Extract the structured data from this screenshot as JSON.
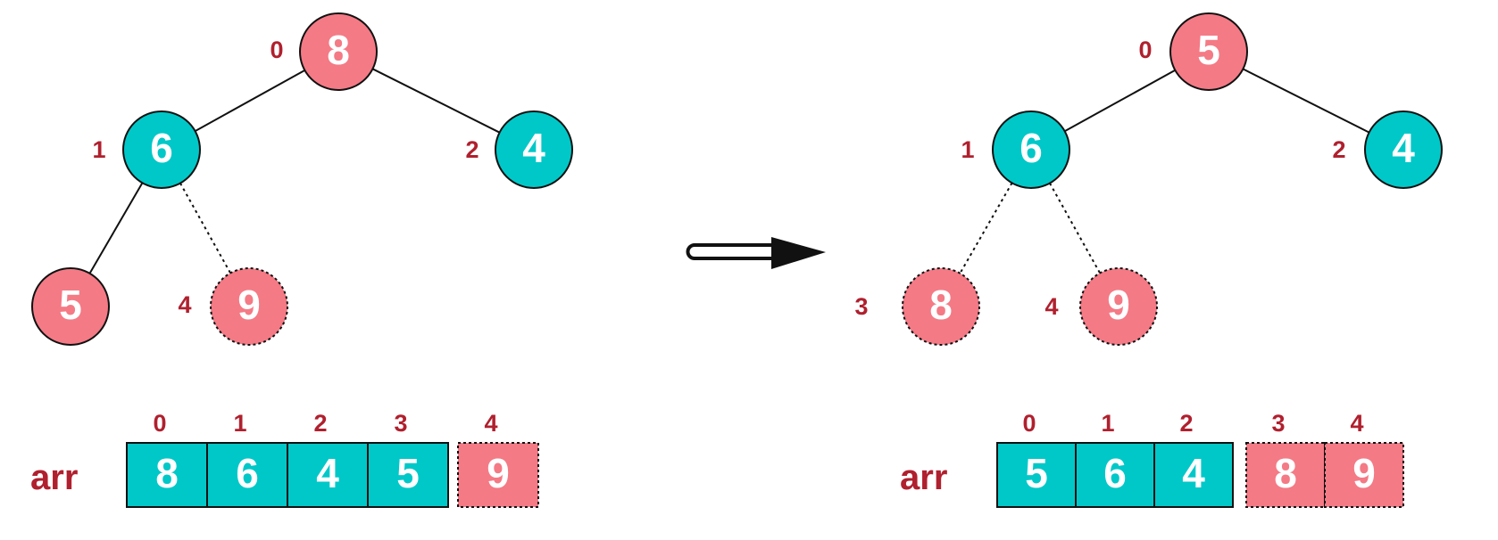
{
  "colors": {
    "teal": "#00c8c8",
    "pink": "#f47a86",
    "index_red": "#b0202e",
    "line": "#111111"
  },
  "arrow_icon": "right-arrow-icon",
  "panels": [
    {
      "nodes": [
        {
          "index": "0",
          "value": "8",
          "color": "pink",
          "dashed": false
        },
        {
          "index": "1",
          "value": "6",
          "color": "teal",
          "dashed": false
        },
        {
          "index": "2",
          "value": "4",
          "color": "teal",
          "dashed": false
        },
        {
          "index": "3",
          "value": "5",
          "color": "pink",
          "dashed": false,
          "index_shown": false
        },
        {
          "index": "4",
          "value": "9",
          "color": "pink",
          "dashed": true
        }
      ],
      "edges": [
        {
          "from": 0,
          "to": 1,
          "dashed": false
        },
        {
          "from": 0,
          "to": 2,
          "dashed": false
        },
        {
          "from": 1,
          "to": 3,
          "dashed": false
        },
        {
          "from": 1,
          "to": 4,
          "dashed": true
        }
      ],
      "array": {
        "label": "arr",
        "cells": [
          {
            "index": "0",
            "value": "8",
            "color": "teal",
            "dashed": false
          },
          {
            "index": "1",
            "value": "6",
            "color": "teal",
            "dashed": false
          },
          {
            "index": "2",
            "value": "4",
            "color": "teal",
            "dashed": false
          },
          {
            "index": "3",
            "value": "5",
            "color": "teal",
            "dashed": false
          },
          {
            "index": "4",
            "value": "9",
            "color": "pink",
            "dashed": true
          }
        ]
      }
    },
    {
      "nodes": [
        {
          "index": "0",
          "value": "5",
          "color": "pink",
          "dashed": false
        },
        {
          "index": "1",
          "value": "6",
          "color": "teal",
          "dashed": false
        },
        {
          "index": "2",
          "value": "4",
          "color": "teal",
          "dashed": false
        },
        {
          "index": "3",
          "value": "8",
          "color": "pink",
          "dashed": true
        },
        {
          "index": "4",
          "value": "9",
          "color": "pink",
          "dashed": true
        }
      ],
      "edges": [
        {
          "from": 0,
          "to": 1,
          "dashed": false
        },
        {
          "from": 0,
          "to": 2,
          "dashed": false
        },
        {
          "from": 1,
          "to": 3,
          "dashed": true
        },
        {
          "from": 1,
          "to": 4,
          "dashed": true
        }
      ],
      "array": {
        "label": "arr",
        "cells": [
          {
            "index": "0",
            "value": "5",
            "color": "teal",
            "dashed": false
          },
          {
            "index": "1",
            "value": "6",
            "color": "teal",
            "dashed": false
          },
          {
            "index": "2",
            "value": "4",
            "color": "teal",
            "dashed": false
          },
          {
            "index": "3",
            "value": "8",
            "color": "pink",
            "dashed": true
          },
          {
            "index": "4",
            "value": "9",
            "color": "pink",
            "dashed": true
          }
        ]
      }
    }
  ]
}
